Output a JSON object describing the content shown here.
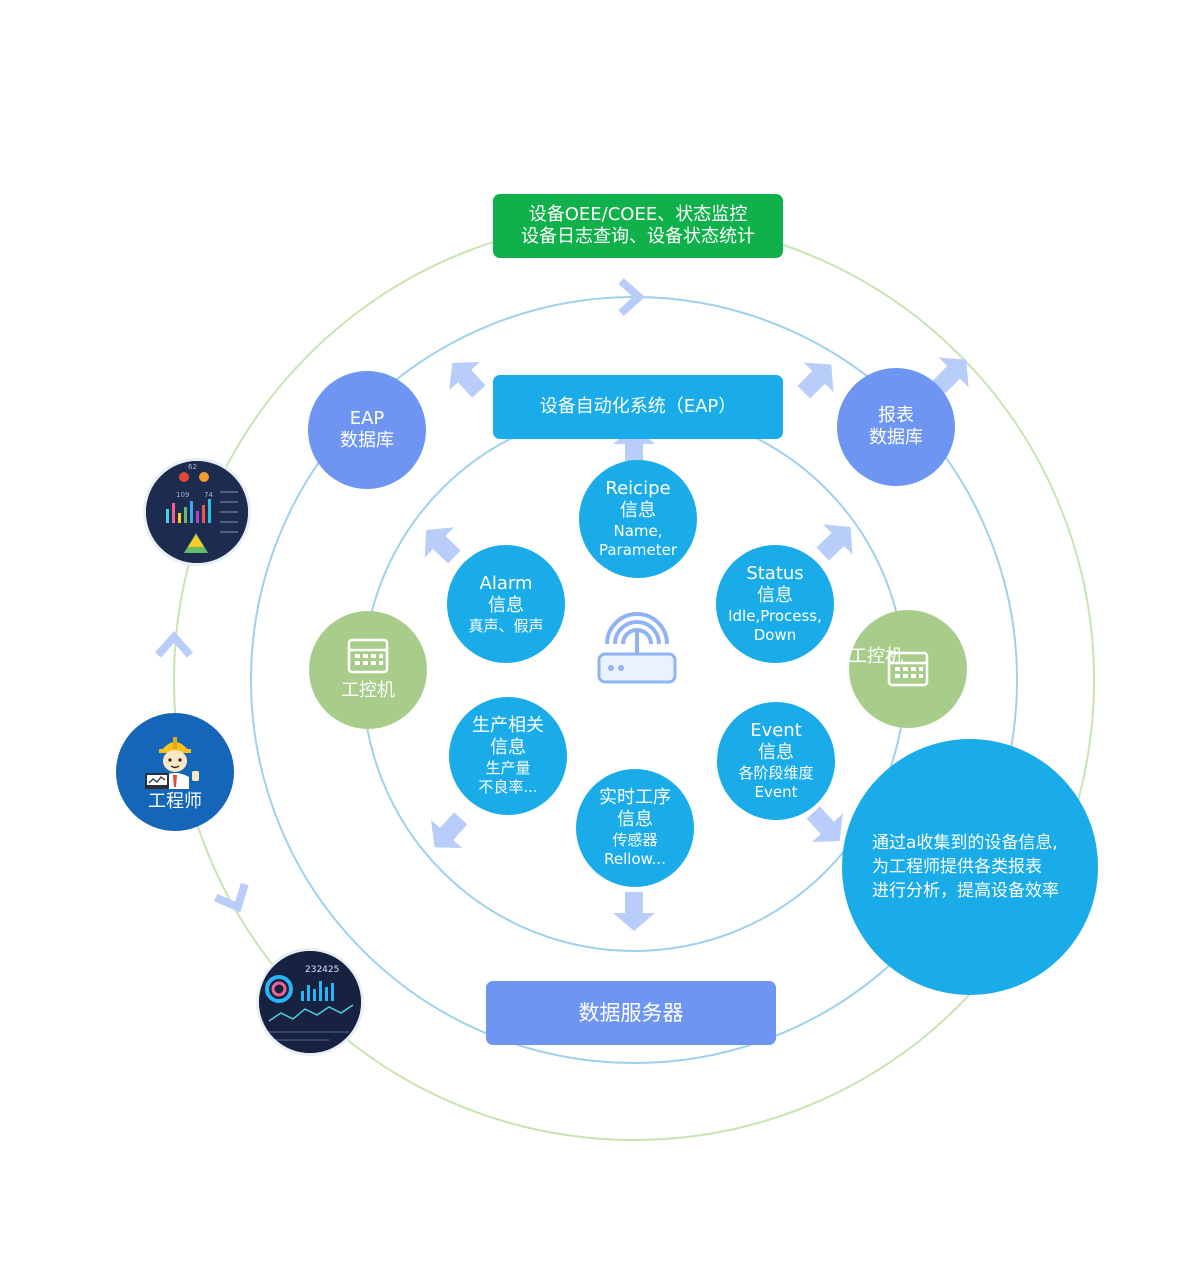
{
  "top_box": {
    "line1": "设备OEE/COEE、状态监控",
    "line2": "设备日志查询、设备状态统计"
  },
  "eap_system": "设备自动化系统（EAP）",
  "eap_db": {
    "line1": "EAP",
    "line2": "数据库"
  },
  "report_db": {
    "line1": "报表",
    "line2": "数据库"
  },
  "ipc_left": "工控机",
  "ipc_right": "工控机",
  "engineer": "工程师",
  "recipe": {
    "line1": "Reicipe",
    "line2": "信息",
    "line3": "Name,",
    "line4": "Parameter"
  },
  "alarm": {
    "line1": "Alarm",
    "line2": "信息",
    "line3": "真声、假声"
  },
  "status": {
    "line1": "Status",
    "line2": "信息",
    "line3": "Idle,Process,",
    "line4": "Down"
  },
  "production": {
    "line1": "生产相关",
    "line2": "信息",
    "line3": "生产量",
    "line4": "不良率..."
  },
  "event": {
    "line1": "Event",
    "line2": "信息",
    "line3": "各阶段维度",
    "line4": "Event"
  },
  "realtime": {
    "line1": "实时工序",
    "line2": "信息",
    "line3": "传感器",
    "line4": "Rellow..."
  },
  "data_server": "数据服务器",
  "summary": {
    "line1": "通过a收集到的设备信息,",
    "line2": "为工程师提供各类报表",
    "line3": "进行分析，提高设备效率"
  },
  "thumb_top": {
    "line1": "62",
    "line2": "109",
    "line3": "74"
  },
  "thumb_bottom": {
    "line1": "232425"
  },
  "colors": {
    "green_box": "#10b04a",
    "blue": "#19ace9",
    "purple": "#6f95f2",
    "light_green": "#a8cd8a",
    "dark_blue": "#1566b8",
    "arrow": "#b9cdfa"
  }
}
